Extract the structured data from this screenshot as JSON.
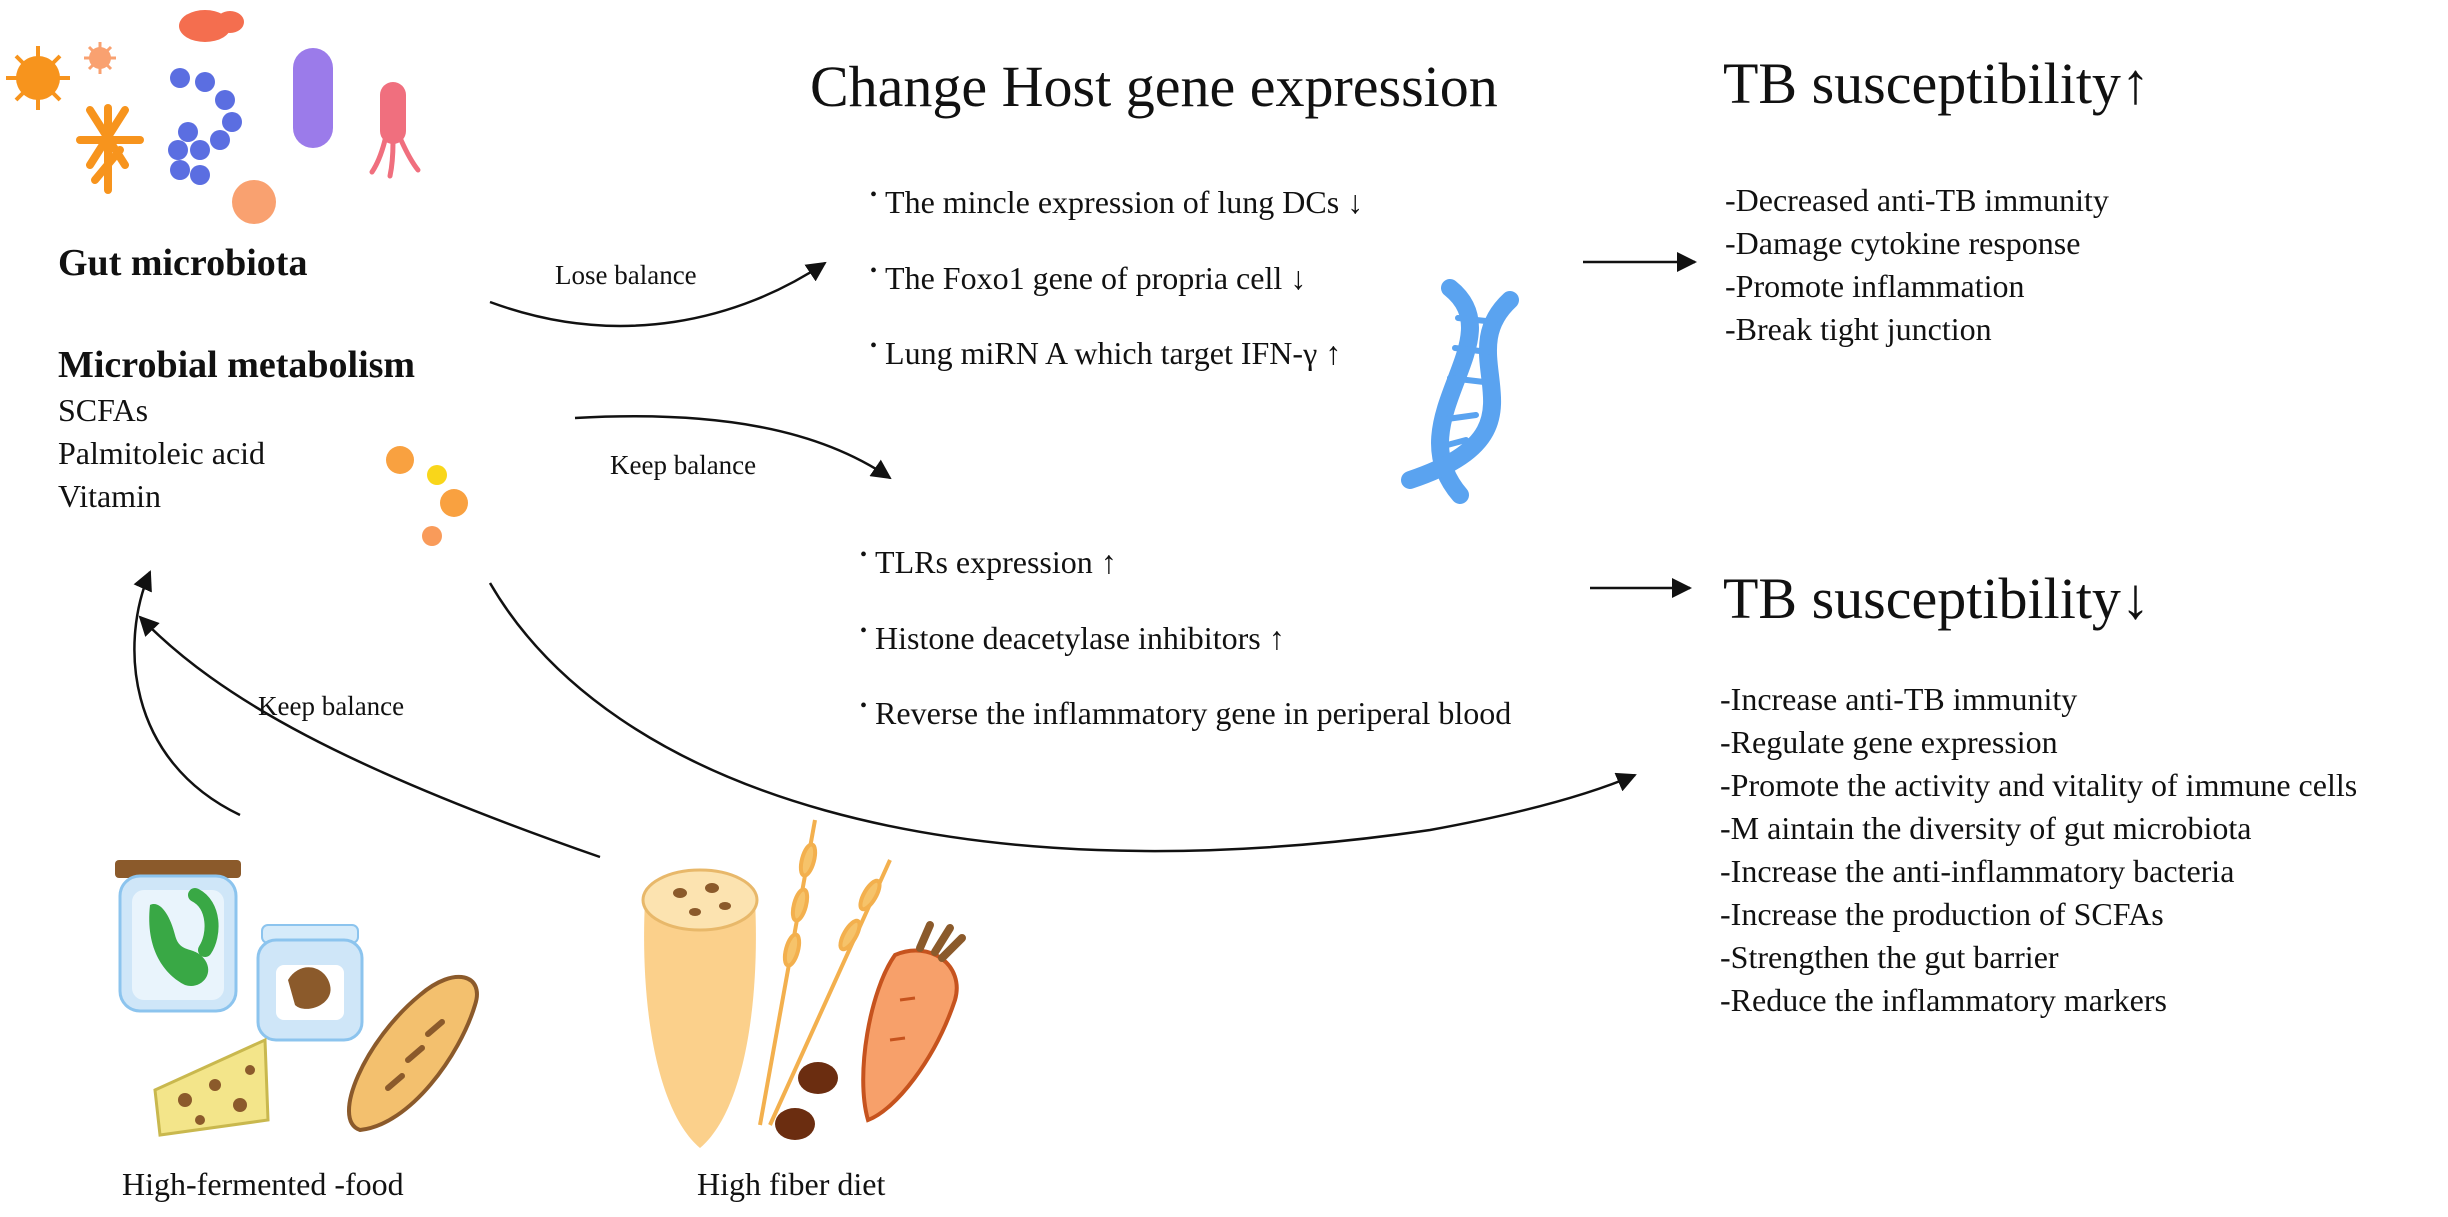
{
  "left": {
    "gut_microbiota": "Gut microbiota",
    "microbial_metabolism": "Microbial metabolism",
    "metabolites": [
      "SCFAs",
      "Palmitoleic acid",
      "Vitamin"
    ]
  },
  "arrows": {
    "lose_balance": "Lose balance",
    "keep_balance_upper": "Keep balance",
    "keep_balance_lower": "Keep balance"
  },
  "center": {
    "title": "Change Host gene expression",
    "upper_items": [
      "The mincle expression of  lung DCs ↓",
      "The Foxo1 gene of propria cell ↓",
      "Lung miRN A which target IFN-γ ↑"
    ],
    "lower_items": [
      "TLRs expression ↑",
      "Histone deacetylase inhibitors ↑",
      "Reverse the inflammatory gene in periperal blood"
    ]
  },
  "right": {
    "up_title": "TB susceptibility↑",
    "up_items": [
      "-Decreased anti-TB immunity",
      "-Damage cytokine response",
      "-Promote inflammation",
      "-Break tight junction"
    ],
    "down_title": "TB susceptibility↓",
    "down_items": [
      "-Increase anti-TB immunity",
      "-Regulate gene expression",
      "-Promote the activity and vitality of immune cells",
      "-M aintain the diversity of gut microbiota",
      "-Increase the anti-inflammatory bacteria",
      "-Increase the production of SCFAs",
      "-Strengthen the gut barrier",
      "-Reduce the inflammatory markers"
    ]
  },
  "foods": {
    "fermented": "High-fermented -food",
    "fiber": "High fiber diet"
  },
  "colors": {
    "microbe_orange": "#f7941d",
    "microbe_blue": "#5b6ee1",
    "microbe_purple": "#9b7bea",
    "microbe_pink": "#f06f7e",
    "dna_blue": "#5aa3f0",
    "arrow": "#111111"
  }
}
